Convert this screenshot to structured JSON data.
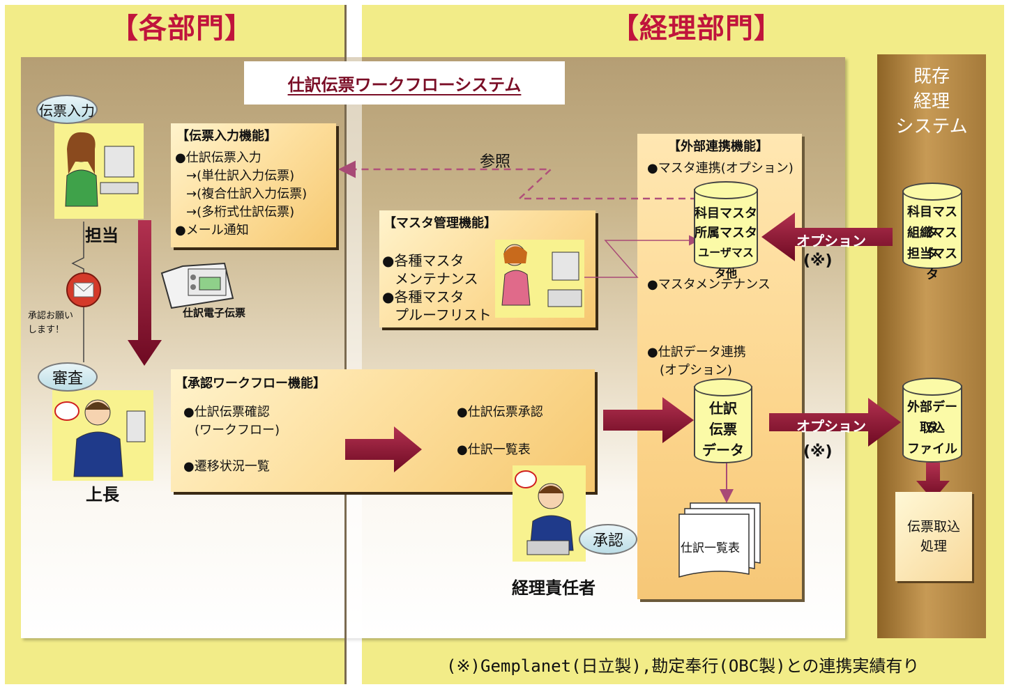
{
  "zones": {
    "left_title": "【各部門】",
    "right_title": "【経理部門】"
  },
  "system_title": "仕訳伝票ワークフローシステム",
  "legacy_title": "既存\n経理\nシステム",
  "roles": {
    "tanto_bubble": "伝票入力",
    "tanto": "担当",
    "joucho_bubble": "審査",
    "joucho": "上長",
    "request_note": "承認お願い\nします！",
    "voucher_label": "仕訳電子伝票",
    "manager_bubble": "承認",
    "manager": "経理責任者"
  },
  "input_box": {
    "title": "【伝票入力機能】",
    "lines": [
      "●仕訳伝票入力",
      "→(単仕訳入力伝票)",
      "→(複合仕訳入力伝票)",
      "→(多桁式仕訳伝票)",
      "●メール通知"
    ]
  },
  "master_box": {
    "title": "【マスタ管理機能】",
    "lines": [
      "●各種マスタ",
      "メンテナンス",
      "●各種マスタ",
      "プルーフリスト"
    ]
  },
  "approval_box": {
    "title": "【承認ワークフロー機能】",
    "left_lines": [
      "●仕訳伝票確認",
      "(ワークフロー)",
      "●遷移状況一覧"
    ],
    "right_lines": [
      "●仕訳伝票承認",
      "●仕訳一覧表"
    ]
  },
  "external_box": {
    "title": "【外部連携機能】",
    "item1": "●マスタ連携(オプション)",
    "item2": "●マスタメンテナンス",
    "item3": "●仕訳データ連携",
    "item3b": "(オプション)",
    "master_db": [
      "科目マスタ",
      "所属マスタ",
      "ユーザマスタ他"
    ],
    "journal_db": [
      "仕訳",
      "伝票",
      "データ"
    ],
    "journal_list": "仕訳一覧表"
  },
  "reference_label": "参照",
  "option_label": "オプション",
  "option_note": "(※)",
  "legacy": {
    "master_db": [
      "科目マスタ",
      "組織マスタ",
      "担当マスタ"
    ],
    "import_db": [
      "外部データ",
      "取込",
      "ファイル"
    ],
    "process": "伝票取込\n処理"
  },
  "footnote": "(※)Gemplanet(日立製),勘定奉行(OBC製)との連携実績有り",
  "colors": {
    "arrow": "#8e1330",
    "title_red": "#c0143c",
    "zone_yellow": "#f2ec88",
    "dashed": "#b0507a"
  }
}
